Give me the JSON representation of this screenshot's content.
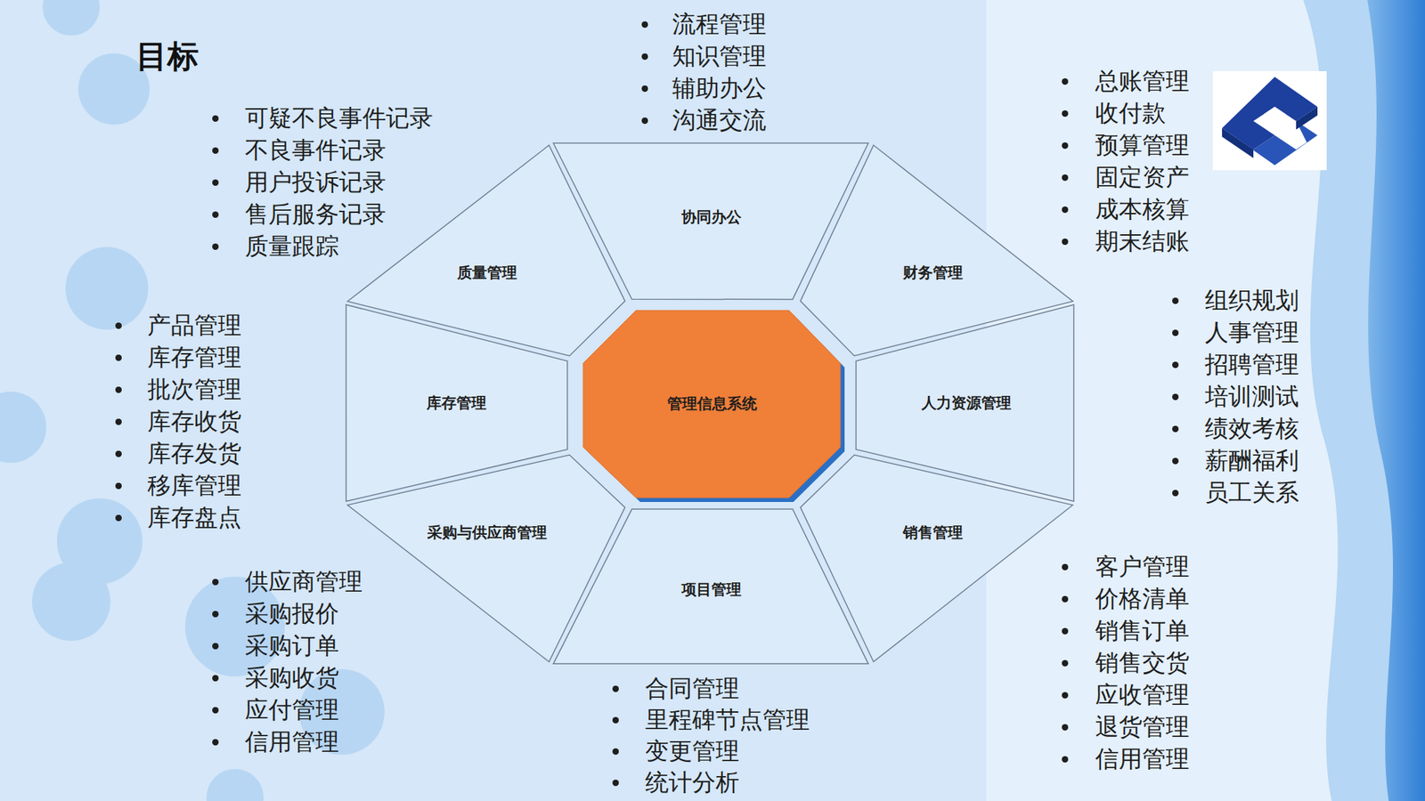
{
  "diagram": {
    "title": "目标",
    "nodes": [
      {
        "text": [
          "管理信息系统"
        ]
      },
      {
        "text": [
          "协同办公"
        ]
      },
      {
        "text": [
          "财务管理"
        ]
      },
      {
        "text": [
          "人力资源管理"
        ]
      },
      {
        "text": [
          "销售管理"
        ]
      },
      {
        "text": [
          "项目管理"
        ]
      },
      {
        "text": [
          "采购与供应商管理"
        ]
      },
      {
        "text": [
          "库存管理"
        ]
      },
      {
        "text": [
          "质量管理"
        ]
      }
    ],
    "labels": [
      "流程管理",
      "知识管理",
      "辅助办公",
      "沟通交流",
      "可疑不良事件记录",
      "不良事件记录",
      "用户投诉记录",
      "售后服务记录",
      "质量跟踪",
      "总账管理",
      "收付款",
      "预算管理",
      "固定资产",
      "成本核算",
      "期末结账",
      "产品管理",
      "库存管理",
      "批次管理",
      "库存收货",
      "库存发货",
      "移库管理",
      "库存盘点",
      "组织规划",
      "人事管理",
      "招聘管理",
      "培训测试",
      "绩效考核",
      "薪酬福利",
      "员工关系",
      "供应商管理",
      "采购报价",
      "采购订单",
      "采购收货",
      "应付管理",
      "信用管理",
      "合同管理",
      "里程碑节点管理",
      "变更管理",
      "统计分析",
      "客户管理",
      "价格清单",
      "销售订单",
      "销售交货",
      "应收管理",
      "退货管理",
      "信用管理"
    ]
  }
}
